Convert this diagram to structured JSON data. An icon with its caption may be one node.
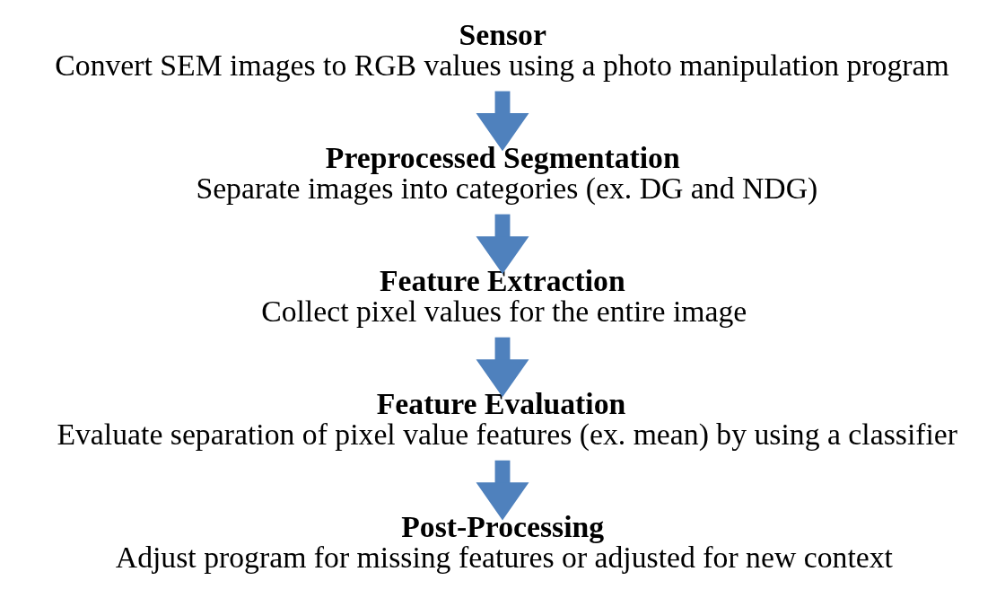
{
  "diagram": {
    "nodes": [
      {
        "text": [
          "Sensor",
          "Convert SEM images to RGB values using a photo manipulation program"
        ]
      },
      {
        "text": [
          "Preprocessed Segmentation",
          "Separate images into categories (ex. DG and NDG)"
        ]
      },
      {
        "text": [
          "Feature Extraction",
          "Collect pixel values for the entire image"
        ]
      },
      {
        "text": [
          "Feature Evaluation",
          "Evaluate separation of pixel value features (ex. mean) by using a classifier"
        ]
      },
      {
        "text": [
          "Post-Processing",
          "Adjust program for missing features or adjusted for new context"
        ]
      }
    ],
    "edges": [
      {
        "from": 0,
        "to": 1,
        "arrow": "to"
      },
      {
        "from": 1,
        "to": 2,
        "arrow": "to"
      },
      {
        "from": 2,
        "to": 3,
        "arrow": "to"
      },
      {
        "from": 3,
        "to": 4,
        "arrow": "to"
      }
    ]
  }
}
